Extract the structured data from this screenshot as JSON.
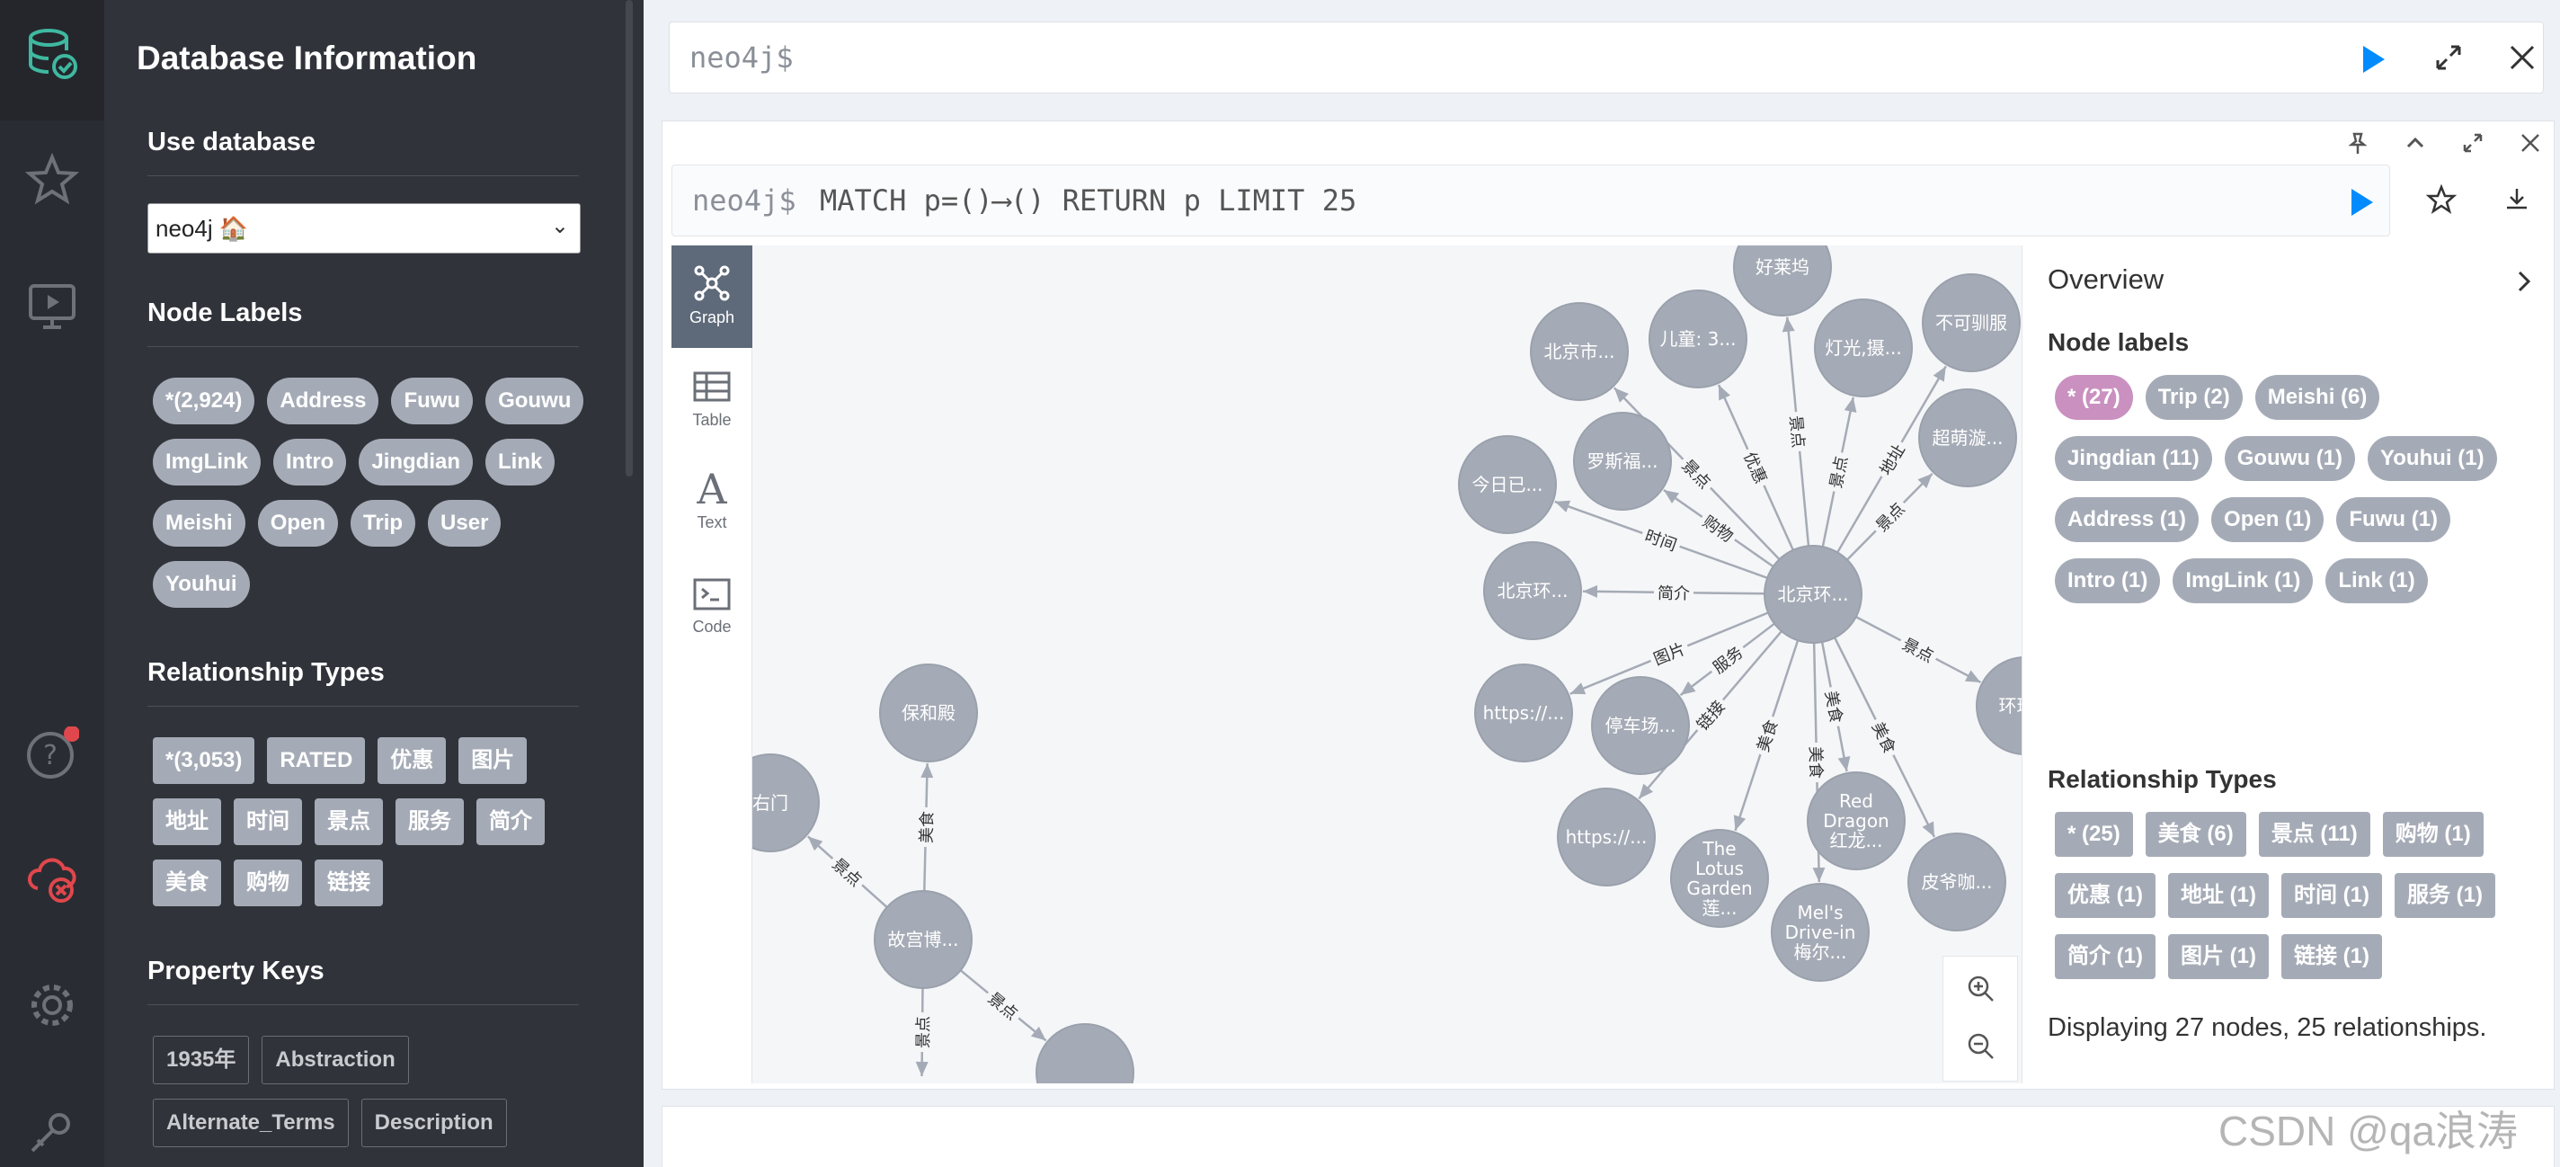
{
  "sidebar": {
    "title": "Database Information",
    "use_database_label": "Use database",
    "database_value": "neo4j 🏠",
    "node_labels_heading": "Node Labels",
    "node_labels": [
      "*(2,924)",
      "Address",
      "Fuwu",
      "Gouwu",
      "ImgLink",
      "Intro",
      "Jingdian",
      "Link",
      "Meishi",
      "Open",
      "Trip",
      "User",
      "Youhui"
    ],
    "relationship_types_heading": "Relationship Types",
    "relationship_types": [
      "*(3,053)",
      "RATED",
      "优惠",
      "图片",
      "地址",
      "时间",
      "景点",
      "服务",
      "简介",
      "美食",
      "购物",
      "链接"
    ],
    "property_keys_heading": "Property Keys",
    "property_keys": [
      "1935年",
      "Abstraction",
      "Alternate_Terms",
      "Description"
    ]
  },
  "editor": {
    "prompt": "neo4j$"
  },
  "frame": {
    "prompt": "neo4j$",
    "query": "MATCH p=()⟶() RETURN p LIMIT 25",
    "views": [
      {
        "label": "Graph",
        "icon": "graph-icon"
      },
      {
        "label": "Table",
        "icon": "table-icon"
      },
      {
        "label": "Text",
        "icon": "text-icon"
      },
      {
        "label": "Code",
        "icon": "code-icon"
      }
    ]
  },
  "graph": {
    "center_node": "北京环...",
    "nodes": [
      "好莱坞",
      "北京市...",
      "儿童: 3...",
      "灯光,摄...",
      "不可驯服",
      "超萌漩...",
      "罗斯福...",
      "今日已...",
      "北京环...",
      "https://...",
      "停车场...",
      "https://...",
      "The Lotus Garden 莲...",
      "Red Dragon 红龙...",
      "Mel's Drive-in 梅尔...",
      "皮爷咖...",
      "环球...",
      "保和殿",
      "故宫博...",
      "右门"
    ],
    "edge_labels": [
      "景点",
      "优惠",
      "景点",
      "景点",
      "地址",
      "购物",
      "景点",
      "时间",
      "景点",
      "简介",
      "景点",
      "图片",
      "服务",
      "链接",
      "美食",
      "美食",
      "美食",
      "美食",
      "景点",
      "美食",
      "景点",
      "景点",
      "景点",
      "景点"
    ]
  },
  "overview": {
    "heading": "Overview",
    "node_labels_heading": "Node labels",
    "node_labels": [
      "* (27)",
      "Trip (2)",
      "Meishi (6)",
      "Jingdian (11)",
      "Gouwu (1)",
      "Youhui (1)",
      "Address (1)",
      "Open (1)",
      "Fuwu (1)",
      "Intro (1)",
      "ImgLink (1)",
      "Link (1)"
    ],
    "relationship_types_heading": "Relationship Types",
    "relationship_types": [
      "* (25)",
      "美食 (6)",
      "景点 (11)",
      "购物 (1)",
      "优惠 (1)",
      "地址 (1)",
      "时间 (1)",
      "服务 (1)",
      "简介 (1)",
      "图片 (1)",
      "链接 (1)"
    ],
    "summary": "Displaying 27 nodes, 25 relationships."
  },
  "watermark": "CSDN @qa浪涛",
  "colors": {
    "rail": "#2a2c33",
    "drawer": "#30333a",
    "node": "#a5abb6",
    "accent": "#018bff",
    "danger": "#e0474c",
    "pink": "#c990c0"
  }
}
